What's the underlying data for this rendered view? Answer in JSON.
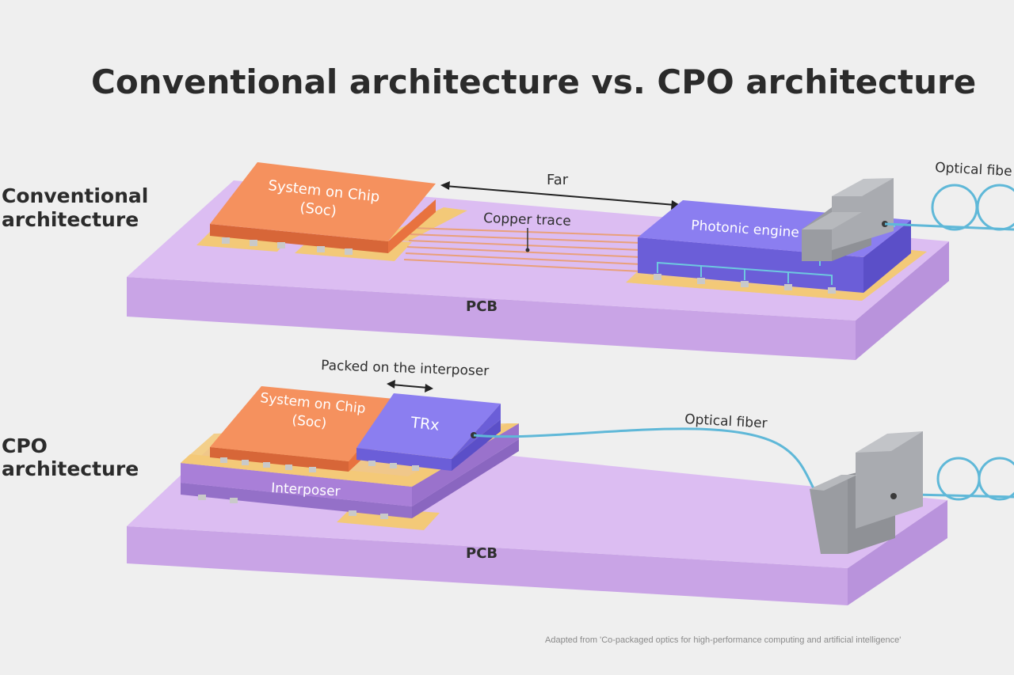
{
  "title": "Conventional architecture vs. CPO architecture",
  "conventional": {
    "label_line1": "Conventional",
    "label_line2": "architecture",
    "soc_line1": "System on Chip",
    "soc_line2": "(Soc)",
    "distance_label": "Far",
    "trace_label": "Copper trace",
    "engine_label": "Photonic engine",
    "fiber_label": "Optical fibe",
    "board_label": "PCB"
  },
  "cpo": {
    "label_line1": "CPO",
    "label_line2": "architecture",
    "packed_label": "Packed on the interposer",
    "soc_line1": "System on Chip",
    "soc_line2": "(Soc)",
    "trx_label": "TRx",
    "fiber_label": "Optical fiber",
    "interposer_label": "Interposer",
    "board_label": "PCB"
  },
  "footnote": "Adapted from 'Co-packaged optics for high-performance computing and artificial intelligence'",
  "colors": {
    "background": "#efefef",
    "pcb_top": "#dcbdf2",
    "pcb_side": "#c9a4e6",
    "soc_top": "#f5915e",
    "soc_side": "#e8723f",
    "photonic_top": "#8b7ef0",
    "photonic_side": "#6b5ed8",
    "pad": "#f3c978",
    "interposer": "#a97fd8",
    "fiber": "#5fb8d8",
    "connector": "#a9abb0",
    "text_dark": "#2b2b2b"
  }
}
